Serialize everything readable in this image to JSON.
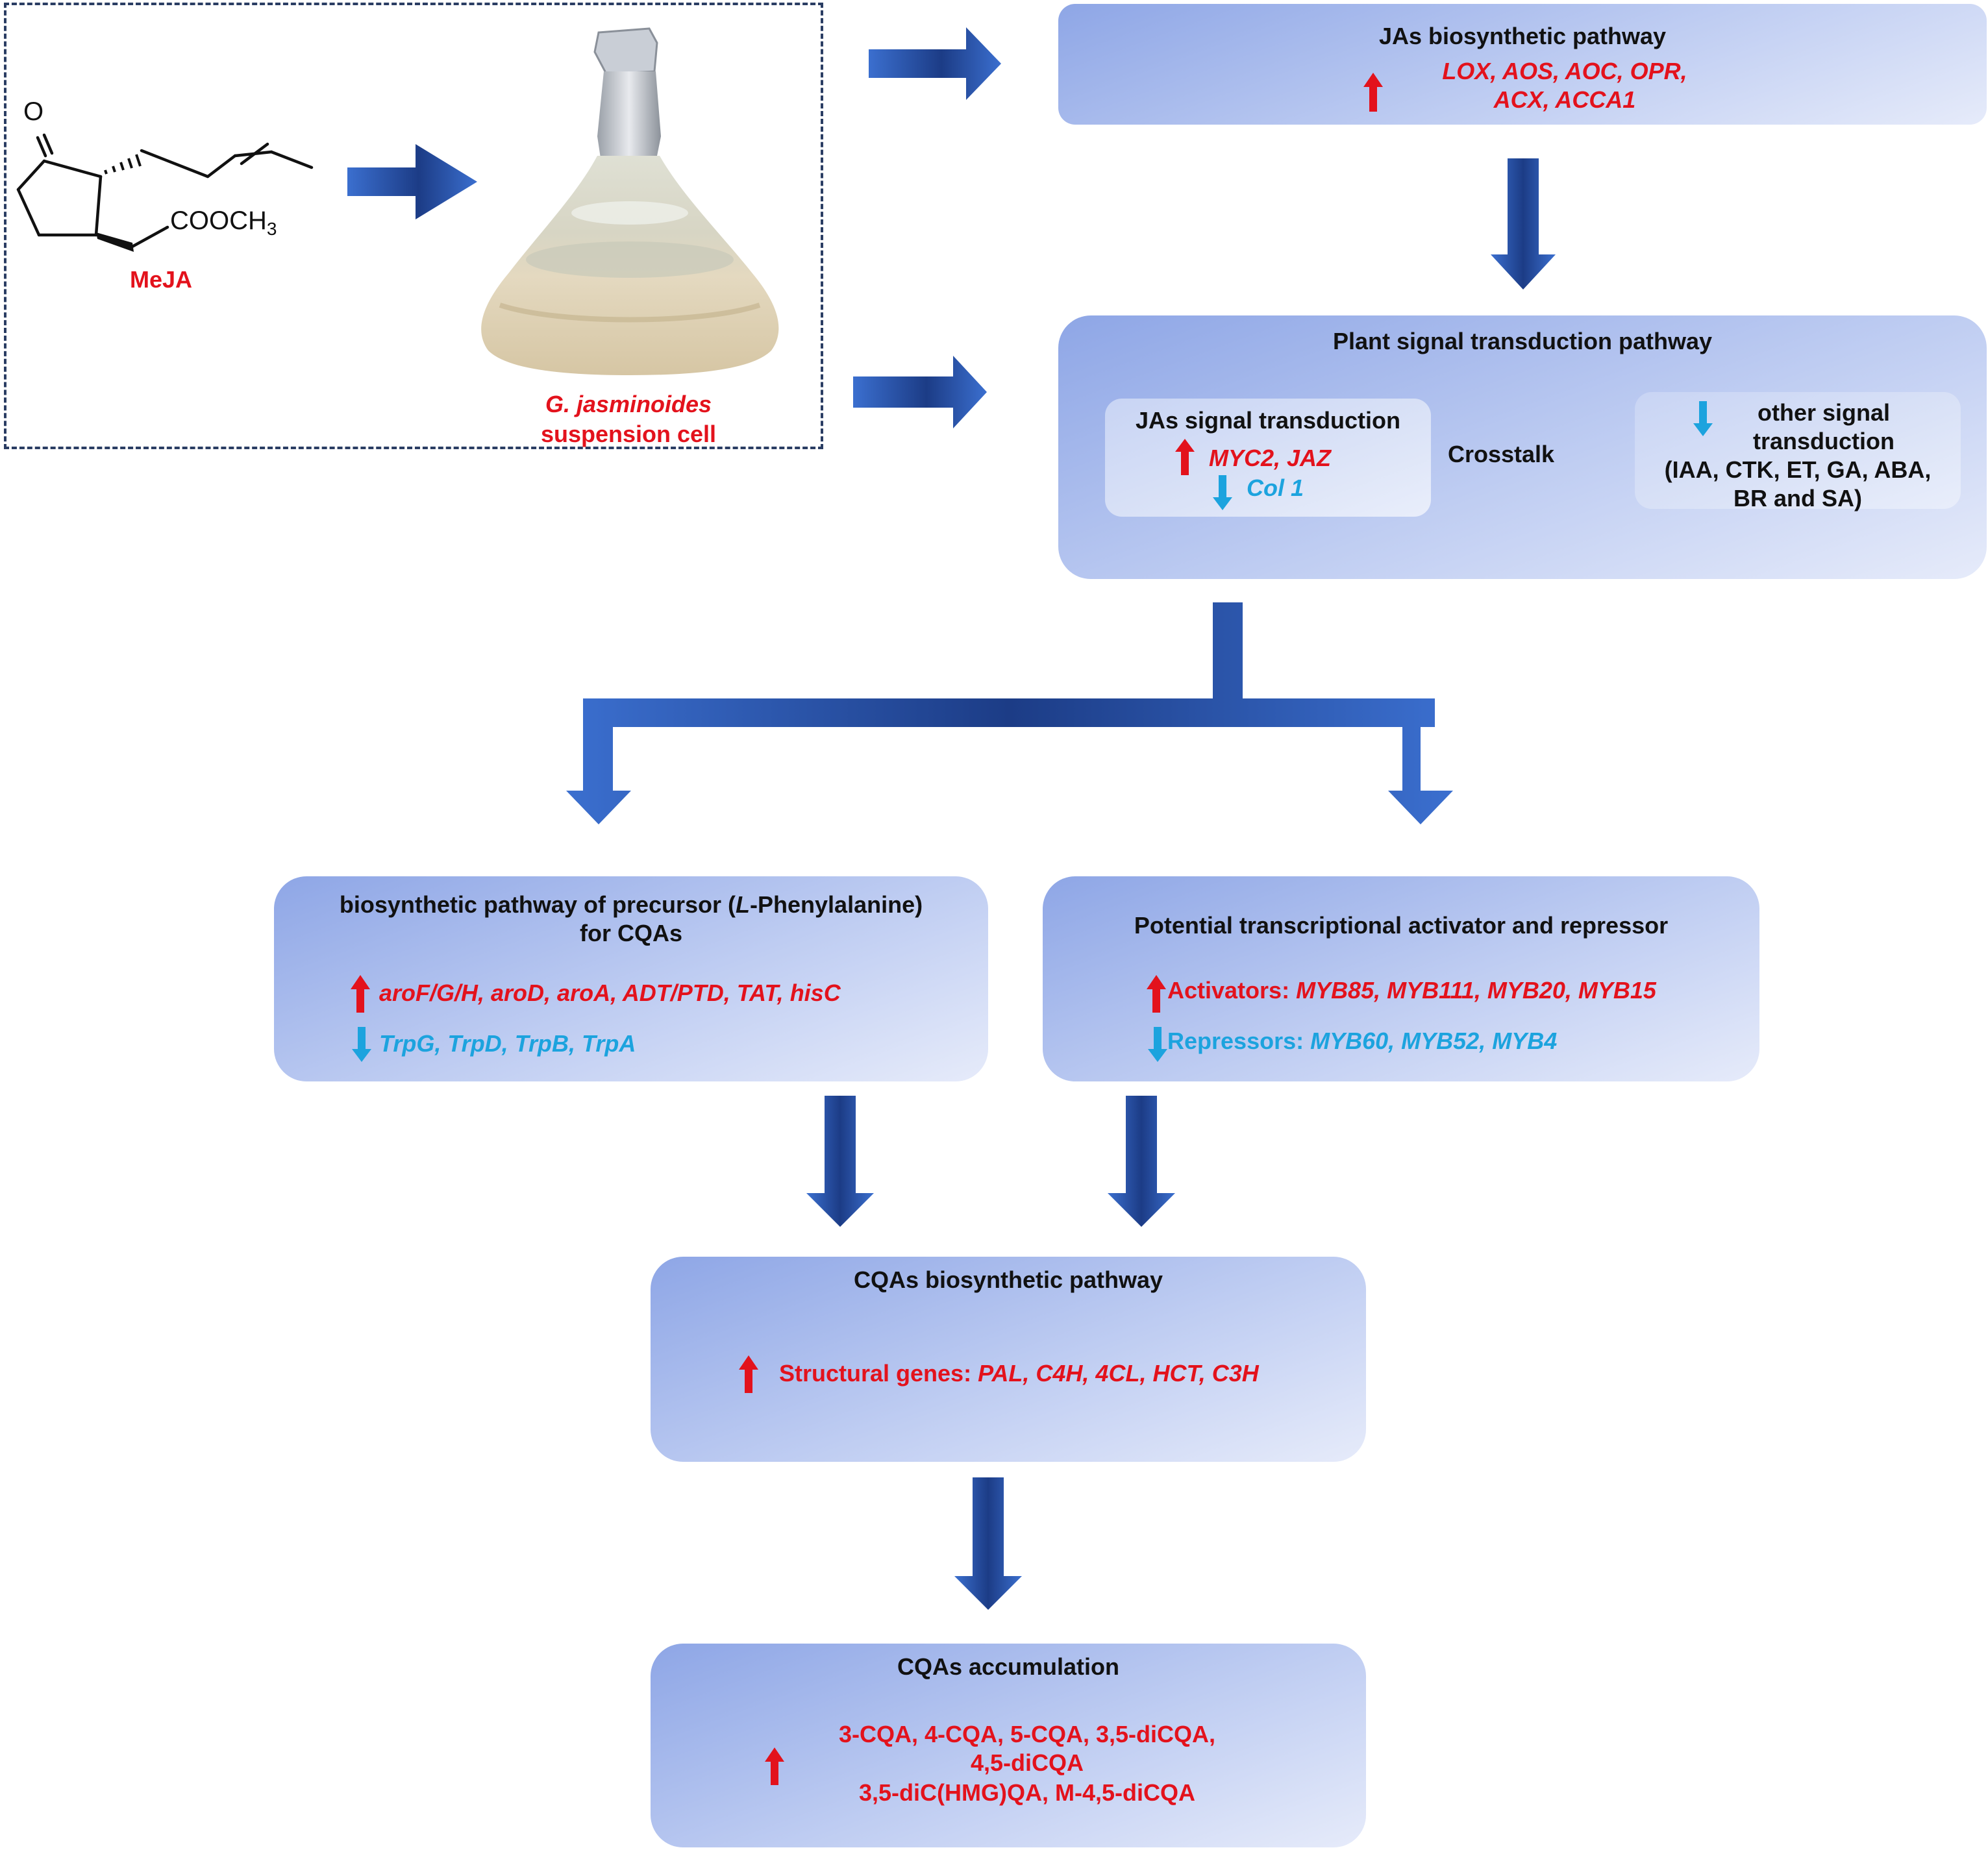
{
  "input": {
    "molecule_label": "MeJA",
    "ketone": "O",
    "ester_group": "COOCH",
    "ester_subscript": "3",
    "flask_label_species": "G. jasminoides",
    "flask_label_type": "suspension cell"
  },
  "jas_biosynthesis": {
    "title": "JAs biosynthetic pathway",
    "genes_line1": "LOX, AOS, AOC, OPR,",
    "genes_line2": "ACX, ACCA1"
  },
  "signal_transduction": {
    "title": "Plant signal transduction pathway",
    "jas_signal": {
      "title": "JAs signal transduction",
      "up_genes": "MYC2, JAZ",
      "down_genes": "Col 1"
    },
    "crosstalk_label": "Crosstalk",
    "other_signal": {
      "line1": "other signal",
      "line2": "transduction",
      "line3": "(IAA, CTK, ET, GA, ABA,",
      "line4": "BR and SA)"
    }
  },
  "precursor": {
    "title_pre": "biosynthetic pathway of precursor (",
    "title_italic": "L",
    "title_post": "-Phenylalanine)",
    "title_line2": "for CQAs",
    "up_genes": "aroF/G/H, aroD, aroA, ADT/PTD, TAT, hisC",
    "down_genes": "TrpG, TrpD, TrpB, TrpA"
  },
  "transcription": {
    "title": "Potential transcriptional activator and repressor",
    "activators_label": "Activators: ",
    "activators": "MYB85, MYB111, MYB20, MYB15",
    "repressors_label": "Repressors: ",
    "repressors": "MYB60, MYB52, MYB4"
  },
  "cqa_biosynthesis": {
    "title": "CQAs biosynthetic pathway",
    "label": "Structural genes: ",
    "genes": "PAL, C4H, 4CL, HCT, C3H"
  },
  "accumulation": {
    "title": "CQAs accumulation",
    "line1": "3-CQA, 4-CQA, 5-CQA, 3,5-diCQA,",
    "line2": "4,5-diCQA",
    "line3": "3,5-diC(HMG)QA, M-4,5-diCQA"
  },
  "colors": {
    "arrow_light": "#3b6fcf",
    "arrow_dark": "#1c3c86",
    "up_red": "#e3121c",
    "down_blue": "#1ca3de"
  }
}
